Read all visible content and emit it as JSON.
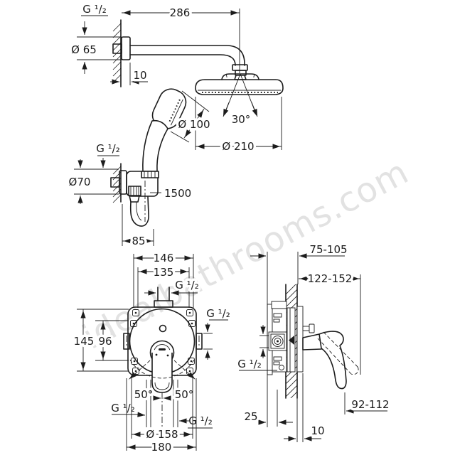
{
  "watermark": "idealbathrooms.com",
  "views": {
    "shower_assembly": {
      "dims": {
        "thread_top": "G ¹/₂",
        "arm_length": "286",
        "escutcheon_dia": "Ø 65",
        "wall_offset": "10",
        "spray_angle": "30°",
        "head_dia": "Ø 210",
        "hand_shower_dia": "Ø 100"
      }
    },
    "hand_shower_holder": {
      "dims": {
        "thread": "G ¹/₂",
        "escutcheon_dia": "Ø70",
        "hose_length": "1500",
        "holder_depth": "85"
      }
    },
    "mixer_front": {
      "dims": {
        "hole_spacing_outer": "146",
        "hole_spacing_inner": "135",
        "thread_top": "G ¹/₂",
        "thread_right": "G ¹/₂",
        "height_outer": "145",
        "height_inner": "96",
        "swing_left": "50°",
        "swing_right": "50°",
        "thread_bottom_left": "G ¹/₂",
        "thread_bottom_right": "G ¹/₂",
        "plate_dia": "Ø 158",
        "body_width": "180"
      }
    },
    "mixer_side": {
      "dims": {
        "depth_range": "75-105",
        "depth_with_handle": "122-152",
        "thread": "G ¹/₂",
        "handle_projection": "92-112",
        "adjustment": "25",
        "wall_min": "10"
      }
    }
  }
}
